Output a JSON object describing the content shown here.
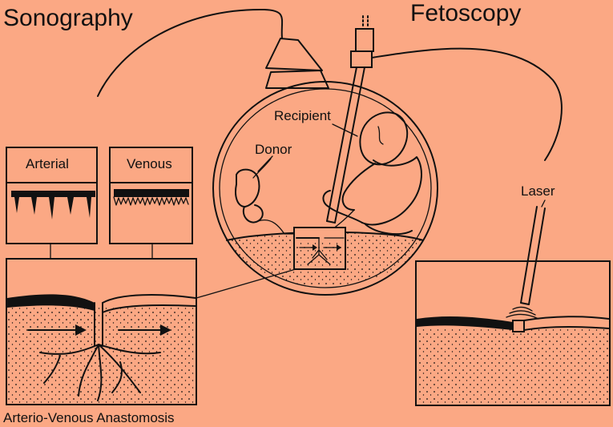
{
  "titles": {
    "sonography": "Sonography",
    "fetoscopy": "Fetoscopy"
  },
  "labels": {
    "recipient": "Recipient",
    "donor": "Donor",
    "arterial": "Arterial",
    "venous": "Venous",
    "laser": "Laser",
    "anastomosis": "Arterio-Venous Anastomosis"
  },
  "colors": {
    "background": "#FBA884",
    "ink": "#111111"
  }
}
